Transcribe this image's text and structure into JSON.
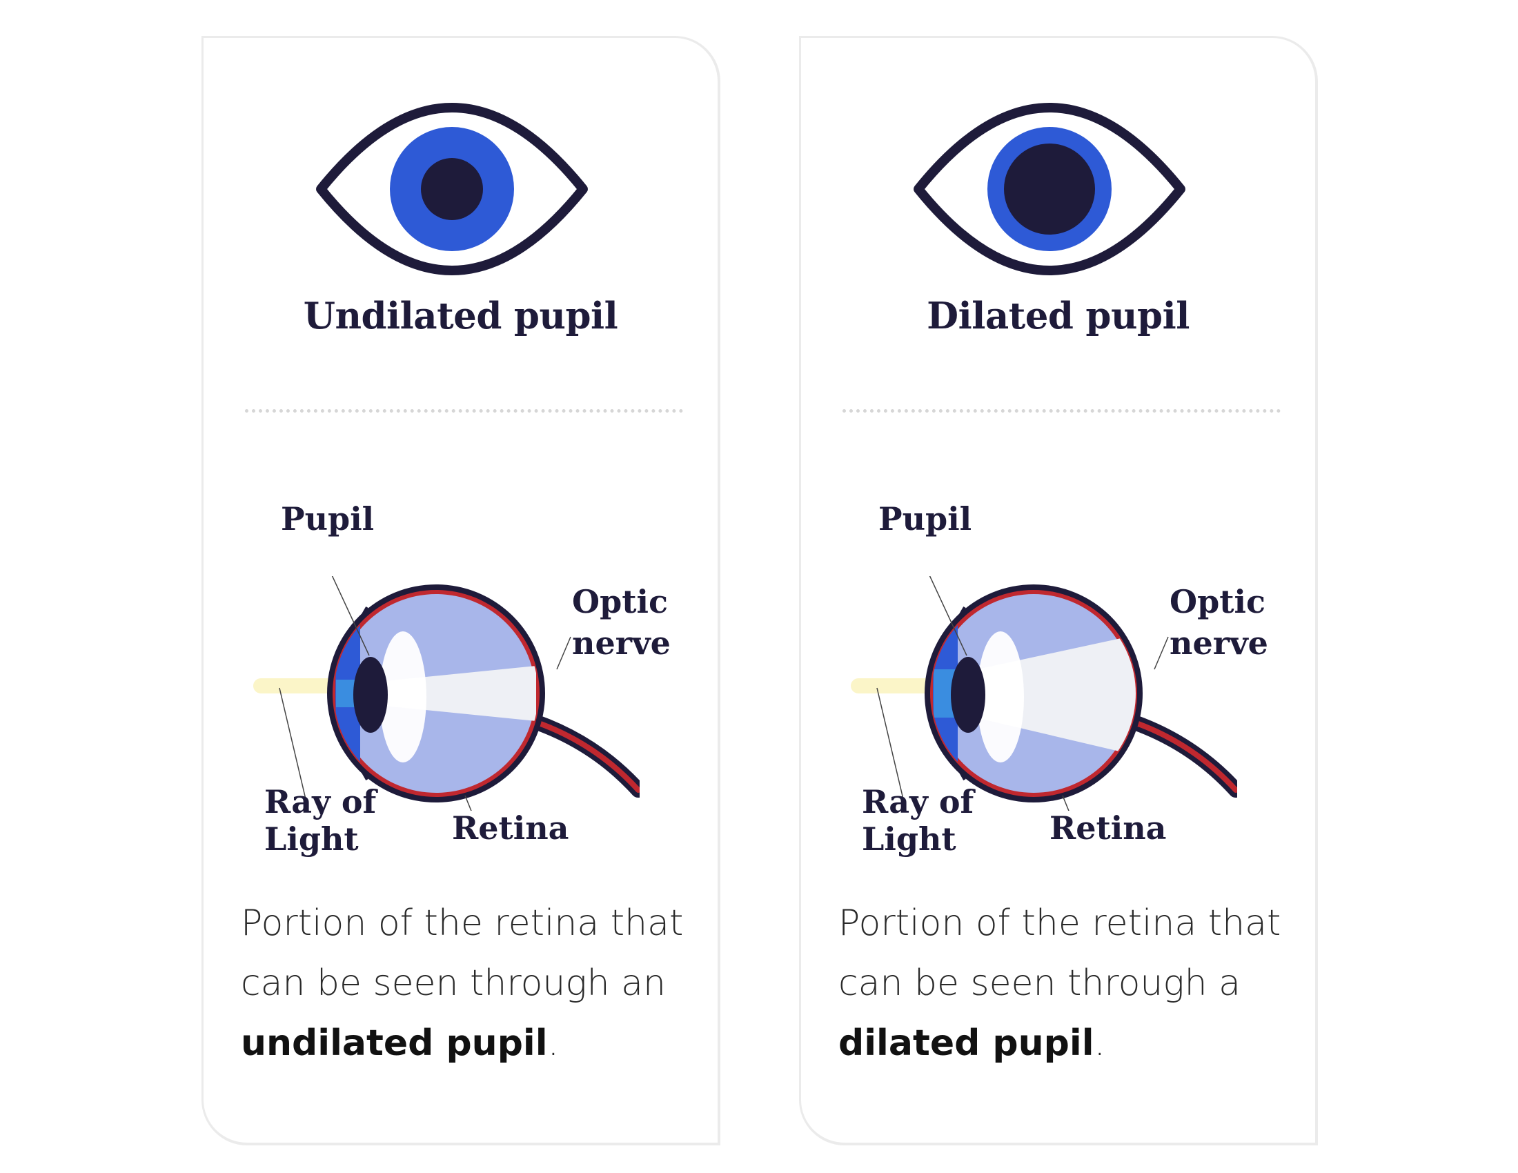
{
  "cards": [
    {
      "heading": "Undilated pupil",
      "labels": {
        "pupil": "Pupil",
        "optic": "Optic",
        "nerve": "nerve",
        "ray": "Ray of",
        "light": "Light",
        "retina": "Retina"
      },
      "caption_line1": "Portion of the retina that",
      "caption_line2": "can be seen through an",
      "caption_bold": "undilated pupil",
      "caption_end": "."
    },
    {
      "heading": "Dilated pupil",
      "labels": {
        "pupil": "Pupil",
        "optic": "Optic",
        "nerve": "nerve",
        "ray": "Ray of",
        "light": "Light",
        "retina": "Retina"
      },
      "caption_line1": "Portion of the retina that",
      "caption_line2": "can be seen through a",
      "caption_bold": "dilated pupil",
      "caption_end": "."
    }
  ],
  "colors": {
    "navy": "#1e1b3a",
    "iris": "#2e5ad6",
    "lens_blue": "#3a8de0",
    "vitreous": "#a8b6ea",
    "retina_red": "#c0282f",
    "light_beam": "#fbf5c8"
  }
}
